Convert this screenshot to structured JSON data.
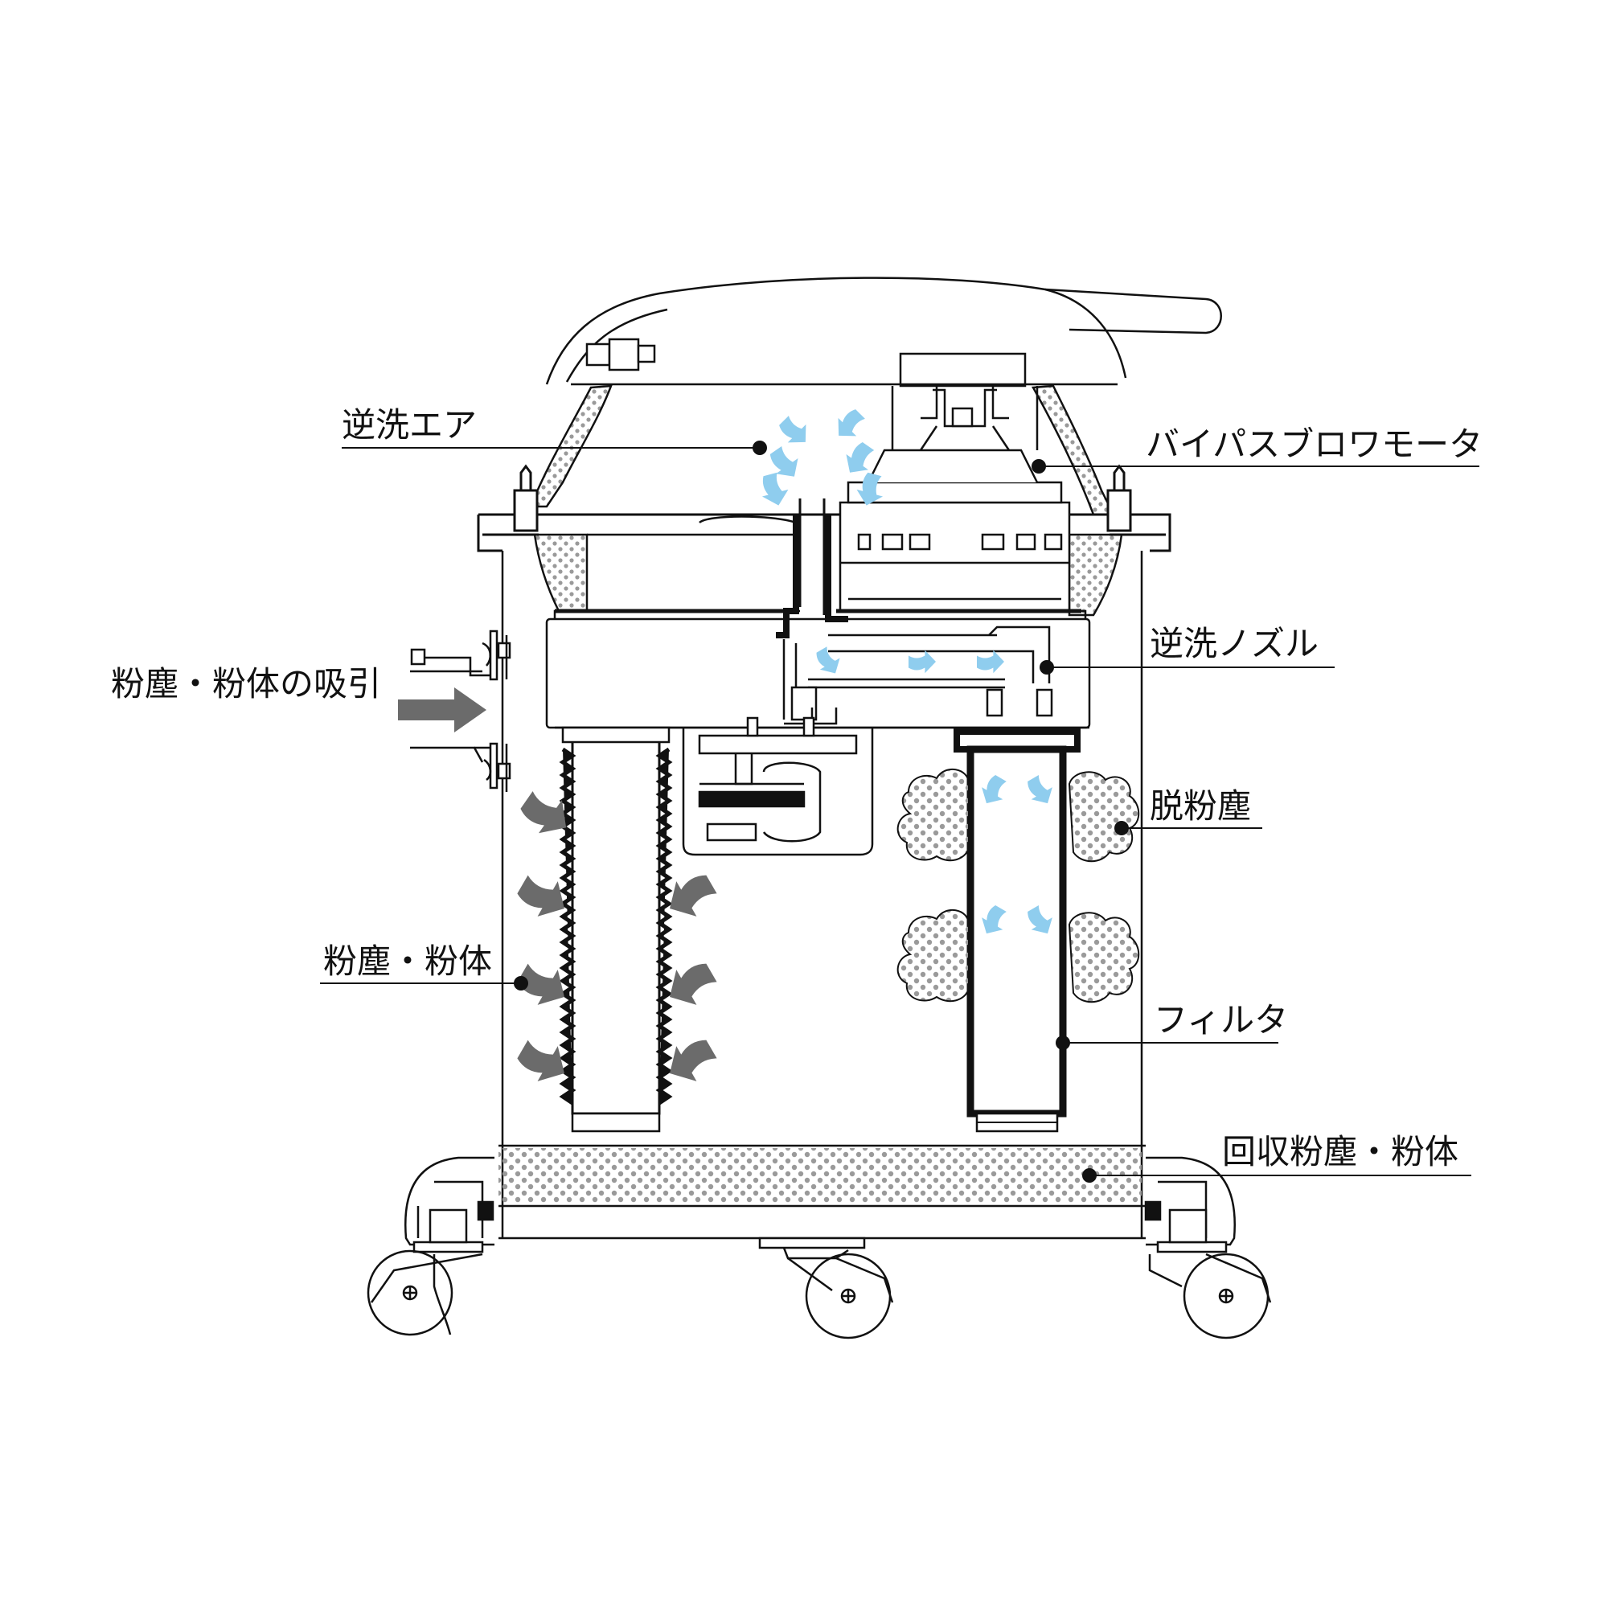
{
  "labels": {
    "backwash_air": "逆洗エア",
    "bypass_blower_motor": "バイパスブロワモータ",
    "backwash_nozzle": "逆洗ノズル",
    "dust_suction": "粉塵・粉体の吸引",
    "dust_removal": "脱粉塵",
    "dust_powder": "粉塵・粉体",
    "filter": "フィルタ",
    "collected_dust": "回収粉塵・粉体"
  },
  "colors": {
    "line": "#111111",
    "backwash_arrow": "#8fcdee",
    "dust_arrow": "#6b6b6b",
    "dust_dots": "#9a9a9a"
  }
}
